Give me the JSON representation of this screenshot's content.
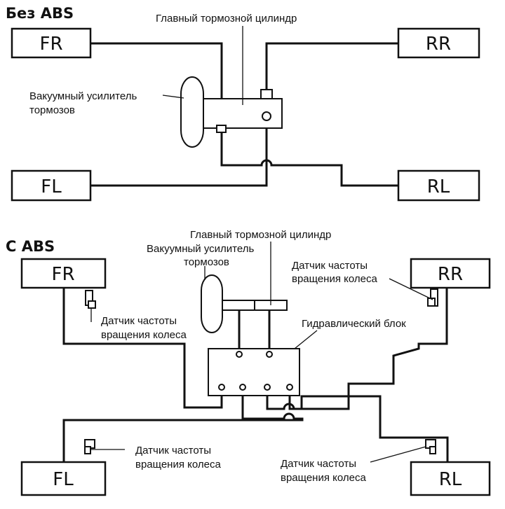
{
  "without_abs": {
    "title": "Без ABS",
    "master_cylinder_label": "Главный тормозной цилиндр",
    "booster_label_line1": "Вакуумный усилитель",
    "booster_label_line2": "тормозов",
    "wheels": {
      "fr": "FR",
      "rr": "RR",
      "fl": "FL",
      "rl": "RL"
    }
  },
  "with_abs": {
    "title": "С ABS",
    "master_cylinder_label": "Главный тормозной цилиндр",
    "booster_label_line1": "Вакуумный усилитель",
    "booster_label_line2": "тормозов",
    "hydraulic_unit_label": "Гидравлический блок",
    "sensor_label_line1": "Датчик частоты",
    "sensor_label_line2": "вращения колеса",
    "wheels": {
      "fr": "FR",
      "rr": "RR",
      "fl": "FL",
      "rl": "RL"
    }
  },
  "colors": {
    "ink": "#111111",
    "background": "#ffffff"
  }
}
